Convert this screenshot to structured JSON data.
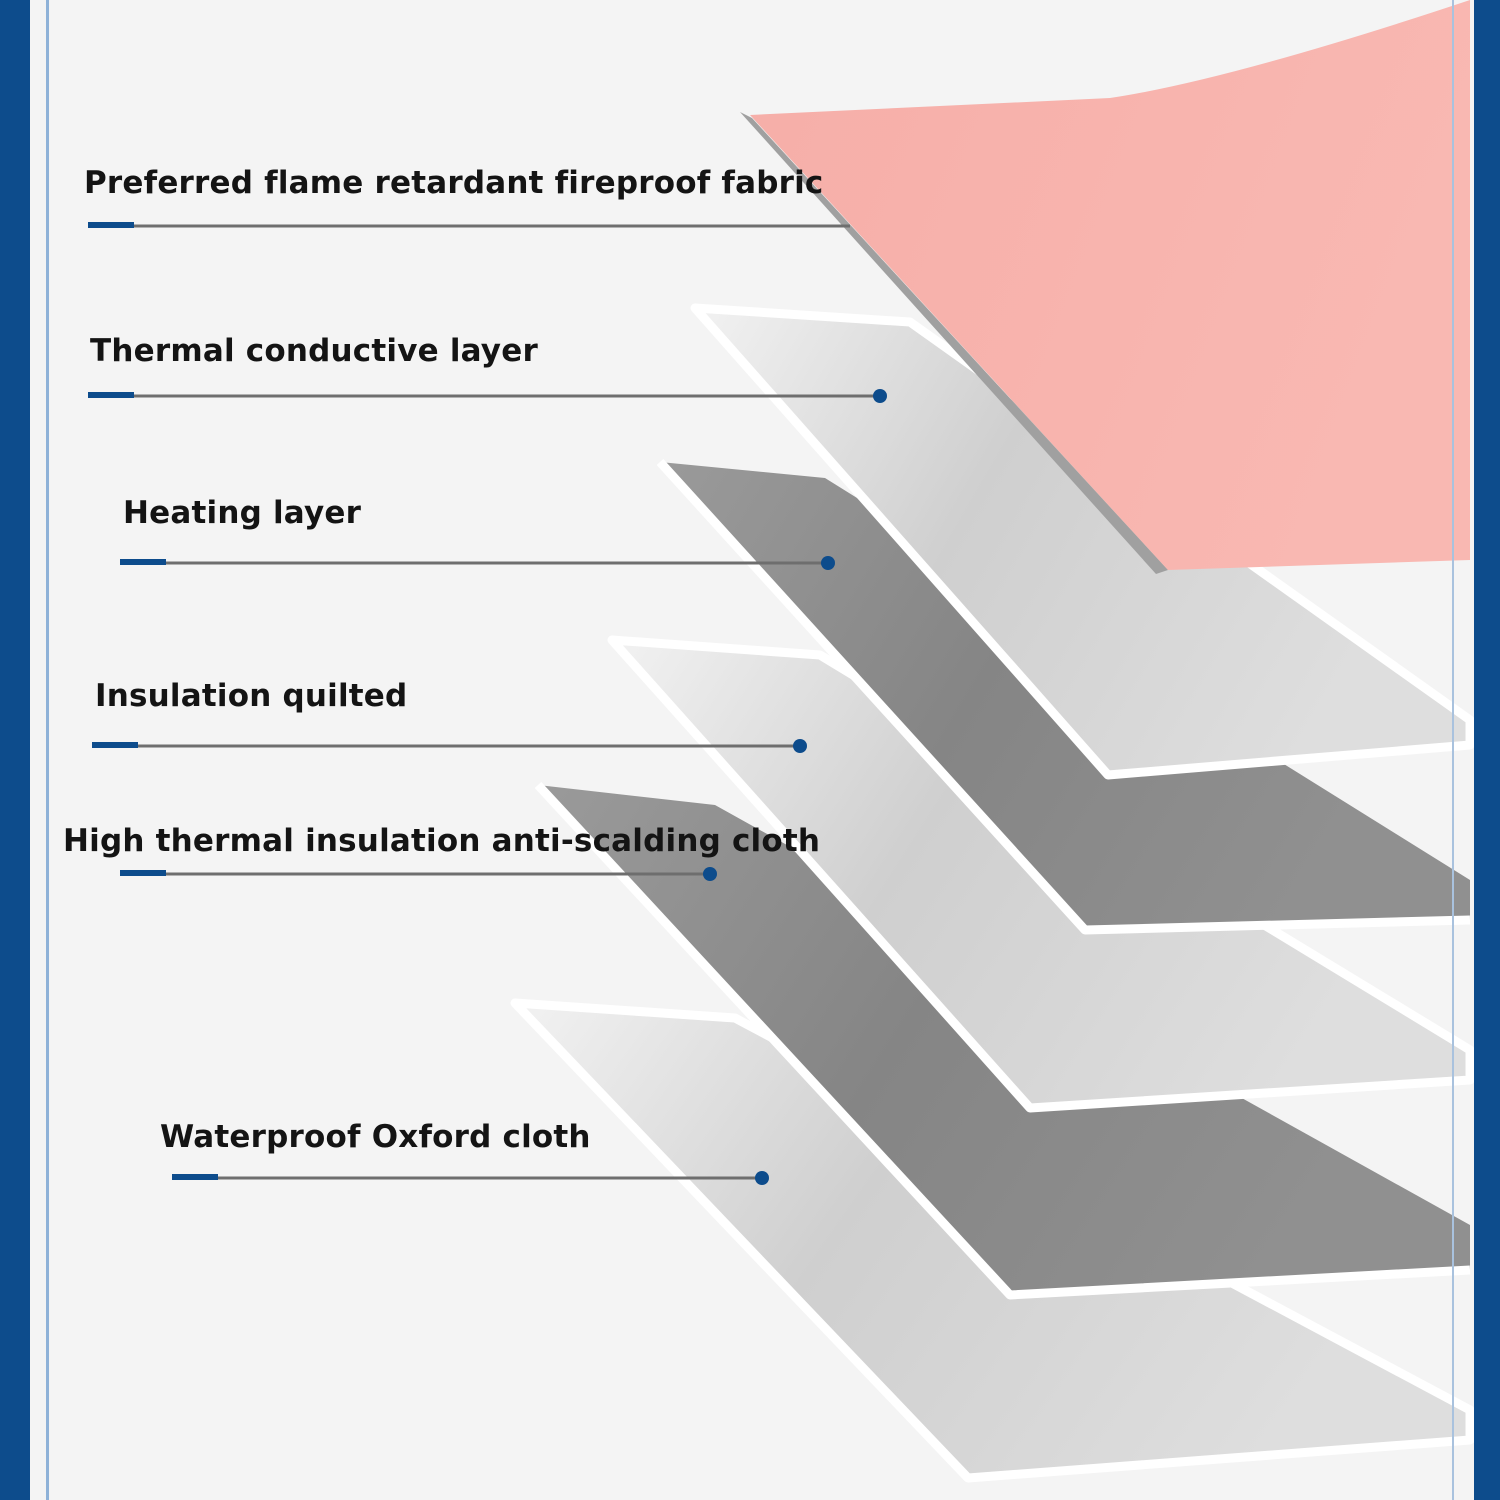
{
  "colors": {
    "frame": "#0d4c8c",
    "frame_inner_line": "#8fb2d8",
    "background": "#f4f4f4",
    "fabric_pink": "#f7b3ad",
    "layer_light_gray": "#d5d5d5",
    "layer_dark_gray": "#8e8e8e",
    "leader_line": "#6e6e6e",
    "leader_accent": "#0d4c8c",
    "label_text": "#141414"
  },
  "layers": [
    {
      "id": "fabric",
      "label": "Preferred flame retardant fireproof fabric",
      "fill": "pink"
    },
    {
      "id": "thermal",
      "label": "Thermal conductive layer",
      "fill": "light-gray"
    },
    {
      "id": "heating",
      "label": "Heating layer",
      "fill": "dark-gray"
    },
    {
      "id": "insulation",
      "label": "Insulation quilted",
      "fill": "light-gray"
    },
    {
      "id": "anti-scalding",
      "label": "High thermal insulation anti-scalding cloth",
      "fill": "dark-gray"
    },
    {
      "id": "oxford",
      "label": "Waterproof Oxford cloth",
      "fill": "light-gray"
    }
  ]
}
